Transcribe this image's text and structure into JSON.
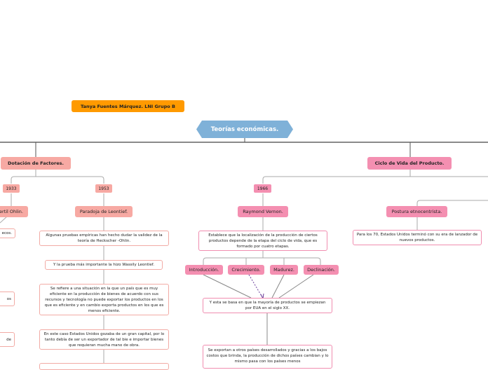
{
  "author_note": "Tanya Fuentes Márquez. LNI Grupo B",
  "central_topic": "Teorías económicas.",
  "left_branch": {
    "title": "Dotación de Factores.",
    "year_1": "1933",
    "year_2": "1953",
    "heckscher_ohlin": "ertil Ohlin.",
    "heckscher_fragment_1": "ecos.",
    "heckscher_fragment_2": "os",
    "heckscher_fragment_3": "de",
    "leontief_paradox": "Paradoja de Leontief.",
    "leontief_note_1": "Algunas pruebas empíricas han hecho dudar la validez de la teoría de Heckscher -Ohlin.",
    "leontief_note_2": "Y la prueba más importante la hizo Wassily Leontief.",
    "leontief_note_3": "Se refiere a una situación en la que un país que es muy eficiente en la producción de bienes de acuerdo con sus recursos y tecnología no puede exportar los productos en los que es eficiente y en cambio exporta productos en los que es menos eficiente.",
    "leontief_note_4": "En este caso Estados Unidos gozaba de un gran capital, por lo tanto debía de ser un exportador de tal bie e importar bienes que requieran mucha mano de obra."
  },
  "right_branch": {
    "title": "Ciclo de Vida del Producto.",
    "year": "1966",
    "vernon": "Raymond Vernon.",
    "vernon_note": "Establece que la localización de la producción de ciertos productos depende de la etapa del ciclo de vida, que es formado por cuatro etapas.",
    "stages": [
      "Introducción.",
      "Crecimiento.",
      "Madurez.",
      "Declinación."
    ],
    "stages_note": "Y esta se basa en que la mayoría de productos se empiezan por EUA en el siglo XX.",
    "export_note": "Se exportan a otros países desarrollados y gracias a los bajos costos que brinda, la producción de dichos países cambian y lo mismo pasa con los países menos",
    "ethnocentric": "Postura etnocentrista.",
    "ethnocentric_note": "Para los 70, Estados Unidos terminó con su era de lanzador de nuevos productos."
  }
}
